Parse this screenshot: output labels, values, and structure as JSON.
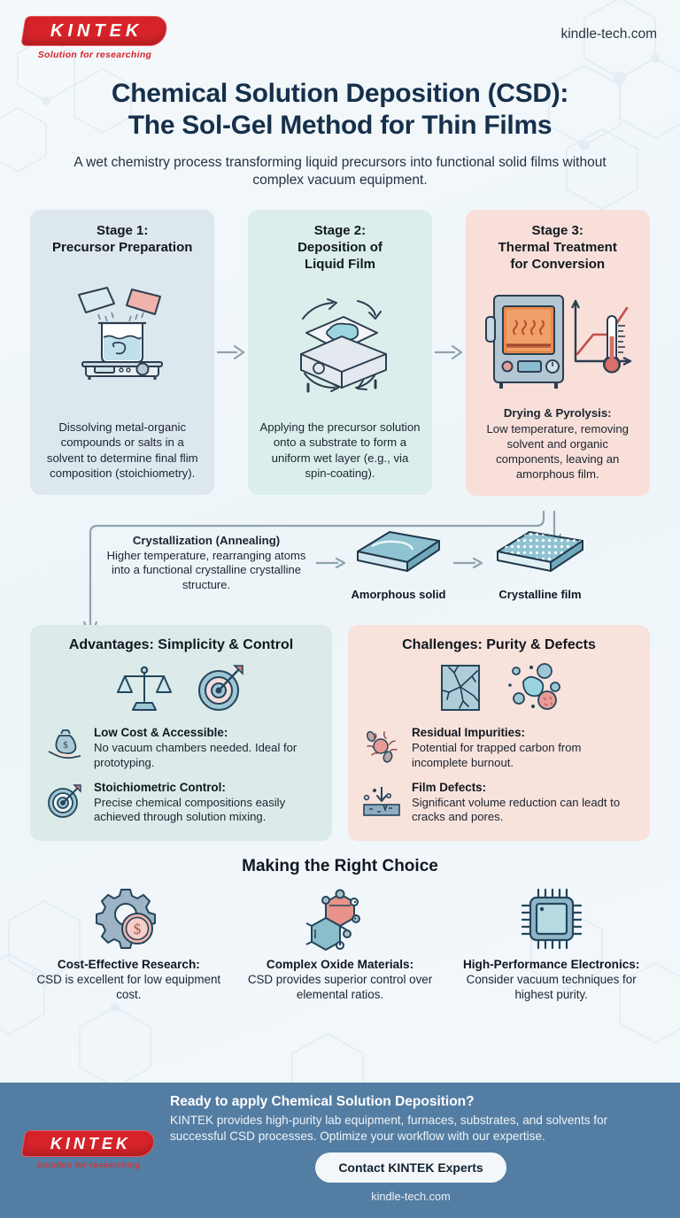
{
  "header": {
    "logo_text": "KINTEK",
    "logo_tagline": "Solution for researching",
    "site_url": "kindle-tech.com"
  },
  "title": {
    "main": "Chemical Solution Deposition (CSD): The Sol-Gel Method for Thin Films",
    "line1": "Chemical Solution Deposition (CSD):",
    "line2": "The Sol-Gel Method for Thin Films",
    "subtitle": "A wet chemistry process transforming liquid precursors into functional solid films without complex vacuum equipment."
  },
  "stages": [
    {
      "title": "Stage 1:\nPrecursor Preparation",
      "icon": "beaker-stirrer-icon",
      "desc": "Dissolving metal-organic compounds or salts in a solvent to determine final flim composition (stoichiometry)."
    },
    {
      "title": "Stage 2:\nDeposition of\nLiquid Film",
      "icon": "spin-coater-icon",
      "desc": "Applying the precursor solution onto a substrate to form a uniform wet layer (e.g., via spin-coating)."
    },
    {
      "title": "Stage 3:\nThermal Treatment\nfor Conversion",
      "icon": "furnace-thermometer-icon",
      "desc_bold": "Drying & Pyrolysis:",
      "desc": "Low temperature, removing solvent and organic components, leaving an amorphous film."
    }
  ],
  "crystallization": {
    "heading": "Crystallization (Annealing)",
    "body": "Higher temperature, rearranging atoms into a functional crystalline crystalline structure.",
    "amorphous_label": "Amorphous solid",
    "crystalline_label": "Crystalline film"
  },
  "advantages": {
    "title": "Advantages: Simplicity & Control",
    "header_icons": [
      "balance-scale-icon",
      "target-arrow-icon"
    ],
    "items": [
      {
        "icon": "money-bag-hand-icon",
        "heading": "Low Cost & Accessible:",
        "body": "No vacuum chambers needed. Ideal for prototyping."
      },
      {
        "icon": "target-arrow-icon",
        "heading": "Stoichiometric Control:",
        "body": "Precise chemical compositions easily achieved through solution mixing."
      }
    ]
  },
  "challenges": {
    "title": "Challenges: Purity & Defects",
    "header_icons": [
      "cracked-film-icon",
      "particles-icon"
    ],
    "items": [
      {
        "icon": "impurity-particle-icon",
        "heading": "Residual Impurities:",
        "body": "Potential for trapped carbon from incomplete burnout."
      },
      {
        "icon": "film-defect-icon",
        "heading": "Film Defects:",
        "body": "Significant volume reduction can leadt to cracks and pores."
      }
    ]
  },
  "choice": {
    "title": "Making the Right Choice",
    "columns": [
      {
        "icon": "gear-coin-icon",
        "heading": "Cost-Effective Research:",
        "body": "CSD is excellent for low equipment cost."
      },
      {
        "icon": "molecule-icon",
        "heading": "Complex Oxide Materials:",
        "body": "CSD provides superior control over elemental ratios."
      },
      {
        "icon": "microchip-icon",
        "heading": "High-Performance Electronics:",
        "body": "Consider vacuum techniques for highest purity."
      }
    ]
  },
  "footer": {
    "logo_text": "KINTEK",
    "logo_tagline": "Solution for researching",
    "heading": "Ready to apply Chemical Solution Deposition?",
    "body": "KINTEK provides high-purity lab equipment, furnaces, substrates, and solvents for successful CSD processes. Optimize your workflow with our expertise.",
    "cta_label": "Contact KINTEK Experts",
    "url": "kindle-tech.com"
  },
  "colors": {
    "brand_red": "#d6232a",
    "title_navy": "#16304b",
    "stage1_bg": "#dde7ee",
    "stage2_bg": "#dceeeb",
    "stage3_bg": "#f8dfd9",
    "advantages_bg": "#dcebe9",
    "challenges_bg": "#f8e2dc",
    "footer_bg": "#547da3",
    "page_bg": "#f2f7fa",
    "accent_blue": "#7fa8bd",
    "accent_salmon": "#e8998c"
  }
}
